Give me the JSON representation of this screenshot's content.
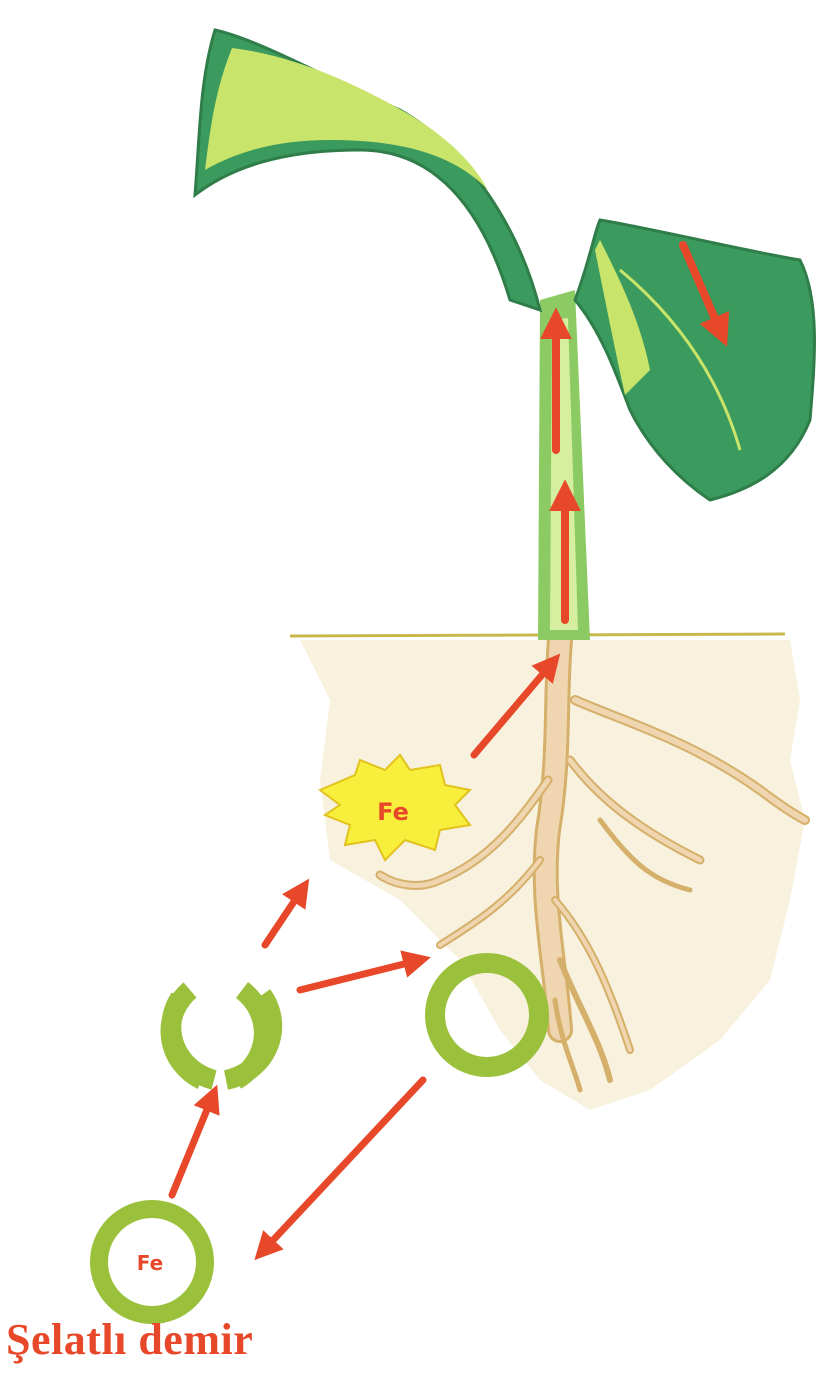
{
  "labels": {
    "fe_star": "Fe",
    "fe_chelate": "Fe",
    "caption": "Şelatlı demir"
  },
  "colors": {
    "arrow": "#e8482a",
    "caption": "#e8482a",
    "fe_text": "#e8482a",
    "ring": "#9bc13c",
    "ring_outline": "#5f8a1f",
    "star_fill": "#f7ef3c",
    "star_outline": "#e2c21c",
    "soil": "#f7f1de",
    "soil_line": "#c8b84c",
    "root": "#efd5b0",
    "root_outline": "#d5b06a",
    "stem": "#8ccb63",
    "stem_light": "#d6eea0",
    "leaf_light": "#c9e46a",
    "leaf_dark": "#3b9a5e",
    "leaf_edge": "#2f7d49"
  },
  "icons": {
    "chelate_ring": "ring-icon",
    "open_ring": "open-ring-icon",
    "iron_burst": "star-burst-icon"
  }
}
